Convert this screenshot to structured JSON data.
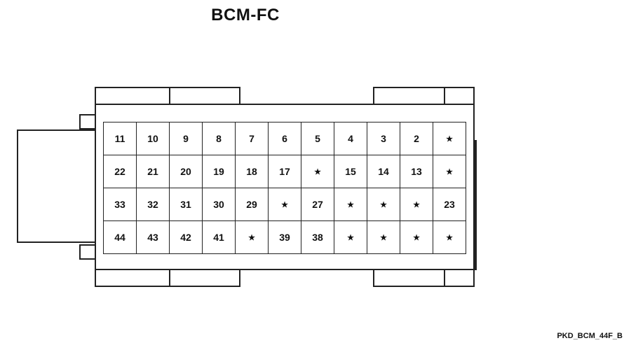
{
  "title": "BCM-FC",
  "reference": "PKD_BCM_44F_B",
  "empty_marker": "★",
  "pin_rows": [
    [
      "11",
      "10",
      "9",
      "8",
      "7",
      "6",
      "5",
      "4",
      "3",
      "2",
      "★"
    ],
    [
      "22",
      "21",
      "20",
      "19",
      "18",
      "17",
      "★",
      "15",
      "14",
      "13",
      "★"
    ],
    [
      "33",
      "32",
      "31",
      "30",
      "29",
      "★",
      "27",
      "★",
      "★",
      "★",
      "23"
    ],
    [
      "44",
      "43",
      "42",
      "41",
      "★",
      "39",
      "38",
      "★",
      "★",
      "★",
      "★"
    ]
  ]
}
